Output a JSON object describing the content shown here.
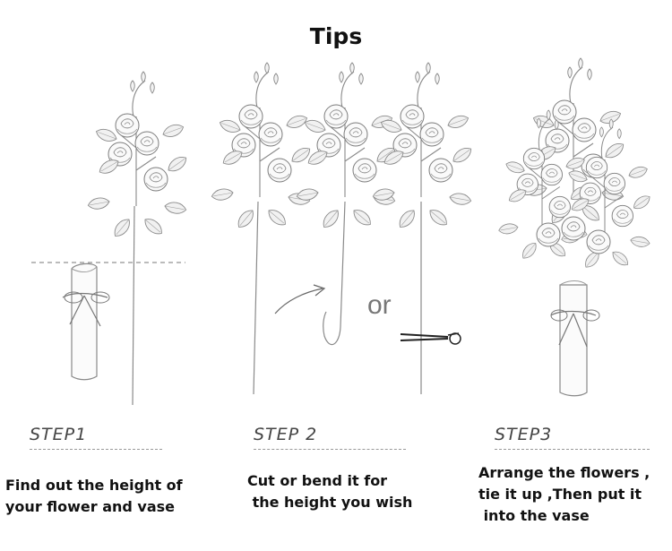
{
  "title": "Tips",
  "steps": [
    {
      "label": "STEP1",
      "text_line1": "Find out the height of",
      "text_line2": "your flower and vase"
    },
    {
      "label": "STEP 2",
      "text_line1": "Cut or bend it for",
      "text_line2": " the height you wish"
    },
    {
      "label": "STEP3",
      "text_line1": "Arrange the flowers ,",
      "text_line2": "tie it up ,Then put it",
      "text_line3": " into the vase"
    }
  ],
  "or_label": "or",
  "colors": {
    "sketch": "#8a8a8a",
    "text": "#111111",
    "dash": "#999999"
  }
}
